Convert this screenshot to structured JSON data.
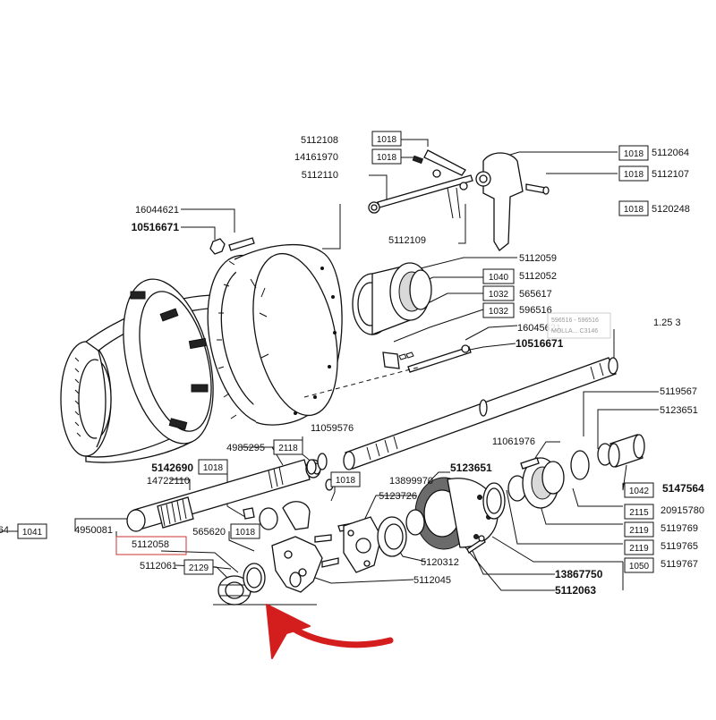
{
  "diagram": {
    "highlight_color": "#cc3333",
    "arrow_color": "#d41e1e",
    "part_numbers": {
      "p5112108": "5112108",
      "p14161970": "14161970",
      "p5112110": "5112110",
      "p16044621": "16044621",
      "p10516671a": "10516671",
      "p5112109": "5112109",
      "p5112064": "5112064",
      "p5112107": "5112107",
      "p5120248": "5120248",
      "p5112059": "5112059",
      "p5112052": "5112052",
      "p565617": "565617",
      "p596516": "596516",
      "p16045621": "16045621",
      "p10516671b": "10516671",
      "p125_3": "1.25 3",
      "p5119567": "5119567",
      "p5123651a": "5123651",
      "p11061976": "11061976",
      "p5147564": "5147564",
      "p20915780": "20915780",
      "p5119769": "5119769",
      "p5119765": "5119765",
      "p5119767": "5119767",
      "p11059576": "11059576",
      "p4985295": "4985295",
      "p5142690": "5142690",
      "p13899970": "13899970",
      "p5123651b": "5123651",
      "p14722110": "14722110",
      "p5123726": "5123726",
      "p4950081": "4950081",
      "p565620": "565620",
      "p64": "64",
      "p5112058": "5112058",
      "p5112061": "5112061",
      "p5120312": "5120312",
      "p13867750": "13867750",
      "p5112063": "5112063",
      "p5112045": "5112045"
    },
    "codes": {
      "b1018_1": "1018",
      "b1018_2": "1018",
      "b1018_3": "1018",
      "b1018_4": "1018",
      "b1018_5": "1018",
      "b1018_6": "1018",
      "b1018_7": "1018",
      "b1018_8": "1018",
      "b1040": "1040",
      "b1032_1": "1032",
      "b1032_2": "1032",
      "b2118": "2118",
      "b1041": "1041",
      "b2129": "2129",
      "b1042": "1042",
      "b2115": "2115",
      "b2119_1": "2119",
      "b2119_2": "2119",
      "b1050": "1050"
    },
    "tooltip": {
      "line1": "596516 - 596516",
      "line2": "MOLLA... C3146"
    }
  }
}
